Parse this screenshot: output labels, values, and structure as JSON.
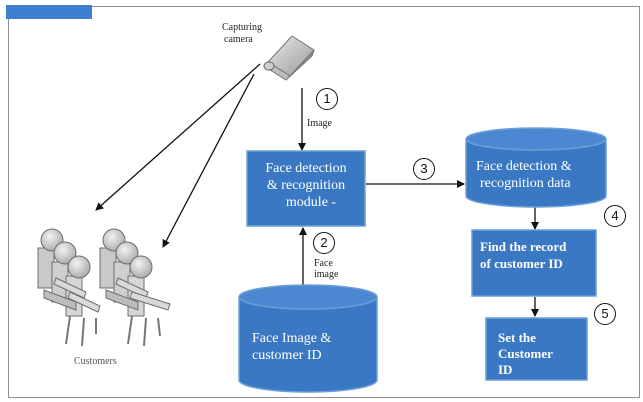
{
  "camera": {
    "label_line1": "Capturing",
    "label_line2": "camera"
  },
  "customers": {
    "label": "Customers"
  },
  "arrows": {
    "image_label": "Image",
    "face_image_line1": "Face",
    "face_image_line2": "image"
  },
  "module": {
    "line1": "Face detection",
    "line2": "& recognition",
    "line3": "module -"
  },
  "db_top": {
    "line1": "Face detection  &",
    "line2": "recognition data"
  },
  "db_bottom": {
    "line1": "Face Image &",
    "line2": "customer ID"
  },
  "find_record": {
    "line1": "Find the record",
    "line2": "of customer ID"
  },
  "set_id": {
    "line1": "Set the",
    "line2": "Customer",
    "line3": "ID"
  },
  "steps": [
    "1",
    "2",
    "3",
    "4",
    "5"
  ],
  "colors": {
    "box_fill": "#3b78c4",
    "box_stroke": "#6b9fd8",
    "tab": "#3f7fd2"
  }
}
